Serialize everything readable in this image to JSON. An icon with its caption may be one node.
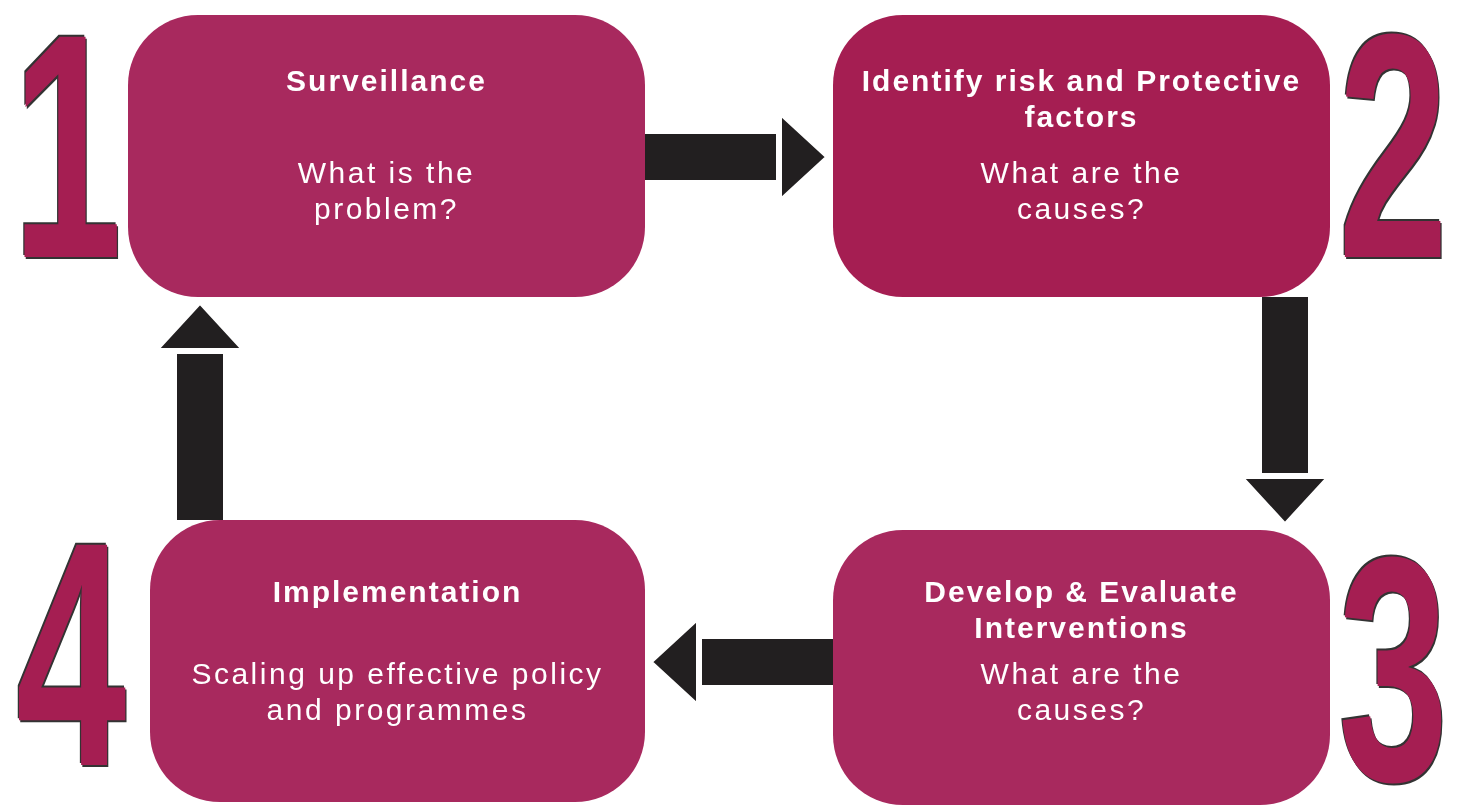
{
  "diagram": {
    "nodes": [
      {
        "text": [
          "Surveillance",
          "What is the problem?"
        ],
        "beside": [
          "1"
        ]
      },
      {
        "text": [
          "Identify risk and Protective factors",
          "What are the causes?"
        ],
        "beside": [
          "2"
        ]
      },
      {
        "text": [
          "Develop & Evaluate Interventions",
          "What are the causes?"
        ],
        "beside": [
          "3"
        ]
      },
      {
        "text": [
          "Implementation",
          "Scaling up effective policy and programmes"
        ],
        "beside": [
          "4"
        ]
      }
    ],
    "edges": [
      {
        "from": 0,
        "to": 1,
        "arrow": "to"
      },
      {
        "from": 1,
        "to": 2,
        "arrow": "to"
      },
      {
        "from": 2,
        "to": 3,
        "arrow": "to"
      },
      {
        "from": 3,
        "to": 0,
        "arrow": "to"
      }
    ]
  }
}
